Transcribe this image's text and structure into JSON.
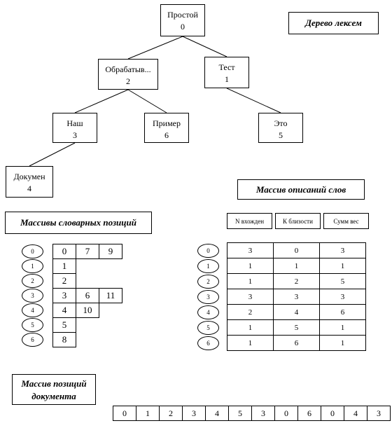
{
  "tree": {
    "title": "Дерево лексем",
    "nodes": [
      {
        "id": "n0",
        "label": "Простой",
        "index": "0"
      },
      {
        "id": "n2",
        "label": "Обрабатыв...",
        "index": "2"
      },
      {
        "id": "n1",
        "label": "Тест",
        "index": "1"
      },
      {
        "id": "n3",
        "label": "Наш",
        "index": "3"
      },
      {
        "id": "n6",
        "label": "Пример",
        "index": "6"
      },
      {
        "id": "n5",
        "label": "Это",
        "index": "5"
      },
      {
        "id": "n4",
        "label": "Докумен",
        "index": "4"
      }
    ],
    "edges": [
      [
        "n0",
        "n2"
      ],
      [
        "n0",
        "n1"
      ],
      [
        "n2",
        "n3"
      ],
      [
        "n2",
        "n6"
      ],
      [
        "n1",
        "n5"
      ],
      [
        "n3",
        "n4"
      ]
    ]
  },
  "dict": {
    "title": "Массивы словарных позиций",
    "ellipses": [
      "0",
      "1",
      "2",
      "3",
      "4",
      "5",
      "6"
    ],
    "rows": [
      [
        "0",
        "7",
        "9"
      ],
      [
        "1"
      ],
      [
        "2"
      ],
      [
        "3",
        "6",
        "11"
      ],
      [
        "4",
        "10"
      ],
      [
        "5"
      ],
      [
        "8"
      ]
    ]
  },
  "desc": {
    "title": "Массив описаний слов",
    "headers": [
      "N вхожден",
      "К близости",
      "Сумм вес"
    ],
    "ellipses": [
      "0",
      "1",
      "2",
      "3",
      "4",
      "5",
      "6"
    ],
    "rows": [
      [
        "3",
        "0",
        "3"
      ],
      [
        "1",
        "1",
        "1"
      ],
      [
        "1",
        "2",
        "5"
      ],
      [
        "3",
        "3",
        "3"
      ],
      [
        "2",
        "4",
        "6"
      ],
      [
        "1",
        "5",
        "1"
      ],
      [
        "1",
        "6",
        "1"
      ]
    ]
  },
  "positions": {
    "title_line1": "Массив позиций",
    "title_line2": "документа",
    "values": [
      "0",
      "1",
      "2",
      "3",
      "4",
      "5",
      "3",
      "0",
      "6",
      "0",
      "4",
      "3"
    ]
  }
}
